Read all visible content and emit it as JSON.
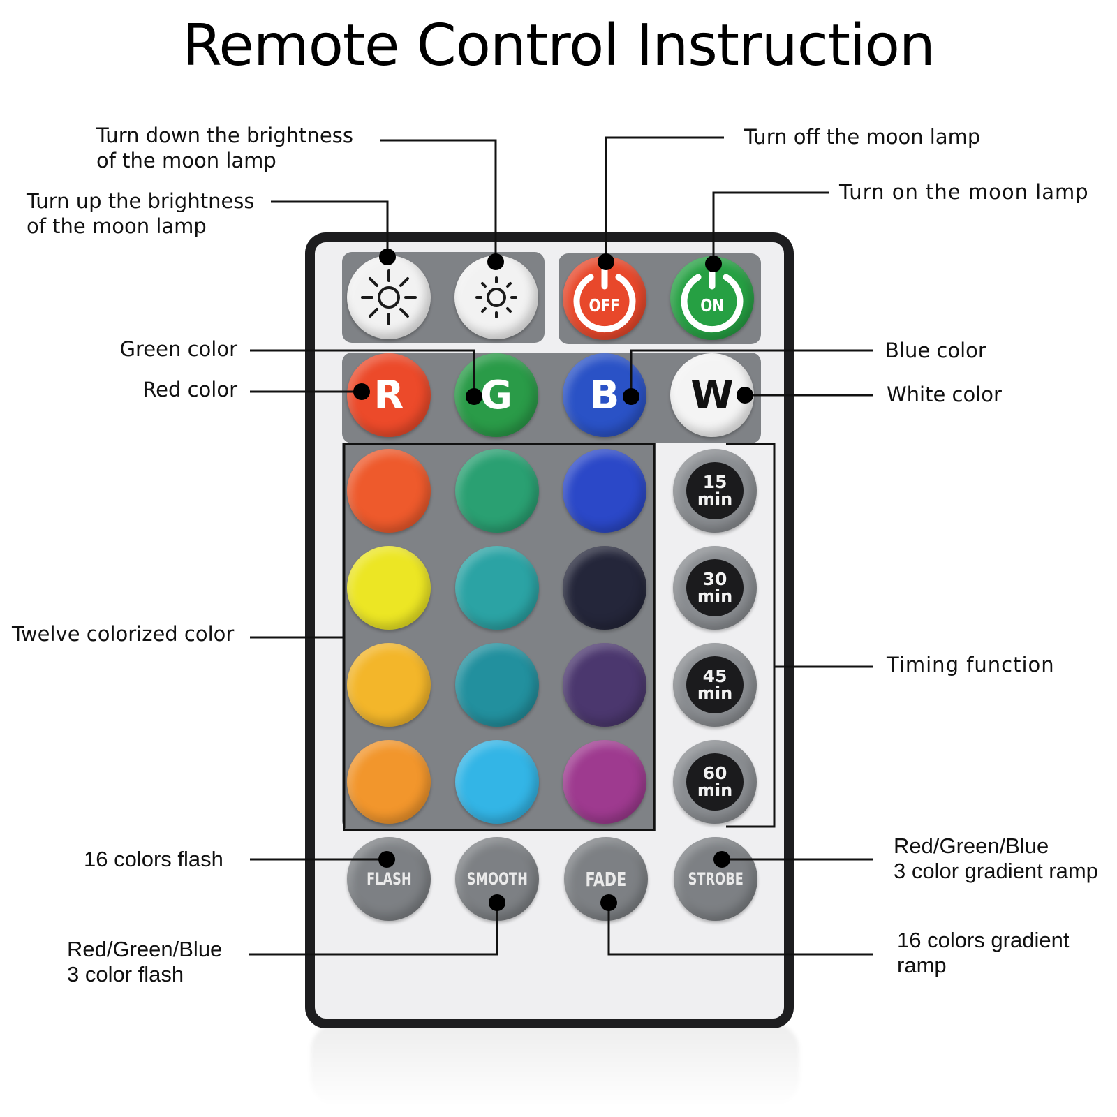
{
  "title": "Remote Control Instruction",
  "labels": {
    "brightness_down": [
      "Turn down the brightness",
      "of the moon lamp"
    ],
    "brightness_up": [
      "Turn up the brightness",
      "of the moon lamp"
    ],
    "turn_off": "Turn off the moon lamp",
    "turn_on": "Turn on the moon lamp",
    "green": "Green color",
    "red": "Red color",
    "blue": "Blue color",
    "white": "White color",
    "twelve": "Twelve colorized color",
    "timing": "Timing function",
    "flash16": "16 colors flash",
    "rgb_ramp": [
      "Red/Green/Blue",
      "3 color gradient ramp"
    ],
    "rgb_flash": [
      "Red/Green/Blue",
      "3 color flash"
    ],
    "gradient16": [
      "16 colors gradient",
      "ramp"
    ]
  },
  "buttons": {
    "off": "OFF",
    "on": "ON",
    "r": "R",
    "g": "G",
    "b": "B",
    "w": "W",
    "flash": "FLASH",
    "smooth": "SMOOTH",
    "fade": "FADE",
    "strobe": "STROBE",
    "timers": [
      {
        "num": "15",
        "unit": "min"
      },
      {
        "num": "30",
        "unit": "min"
      },
      {
        "num": "45",
        "unit": "min"
      },
      {
        "num": "60",
        "unit": "min"
      }
    ]
  },
  "colors": {
    "remote_frame": "#1d1d1f",
    "remote_face": "#efeff1",
    "panel": "#7f8286",
    "off_red": "#e8482b",
    "on_green": "#26a043",
    "r": "#ec4a2a",
    "g": "#2a9b48",
    "b": "#2a52c6",
    "w": "#f4f4f4",
    "grid": [
      "#ee5a2c",
      "#2aa072",
      "#2b48c8",
      "#ece624",
      "#2ba3a4",
      "#24263a",
      "#f3b62a",
      "#22909e",
      "#4b376e",
      "#f2962c",
      "#33b5e6",
      "#9e3a8f"
    ]
  }
}
